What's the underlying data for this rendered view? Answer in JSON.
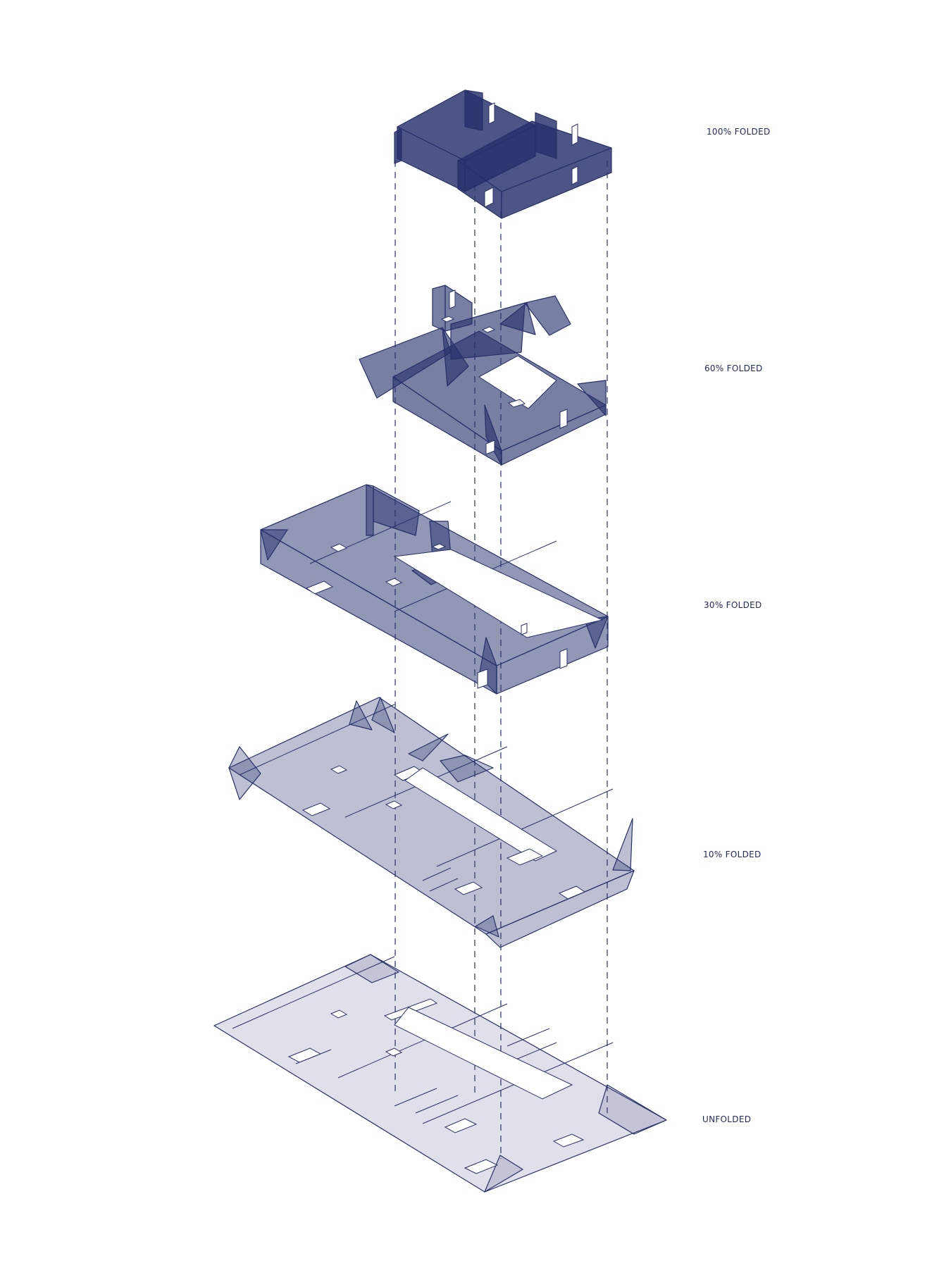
{
  "diagram": {
    "color_primary": "#26306b",
    "color_background": "#ffffff",
    "stages": [
      {
        "key": "folded_100",
        "label": "100% FOLDED",
        "fill_opacity": 0.82
      },
      {
        "key": "folded_60",
        "label": "60% FOLDED",
        "fill_opacity": 0.62
      },
      {
        "key": "folded_30",
        "label": "30% FOLDED",
        "fill_opacity": 0.5
      },
      {
        "key": "folded_10",
        "label": "10% FOLDED",
        "fill_opacity": 0.3
      },
      {
        "key": "unfolded",
        "label": "UNFOLDED",
        "fill_opacity": 0.15
      }
    ]
  }
}
